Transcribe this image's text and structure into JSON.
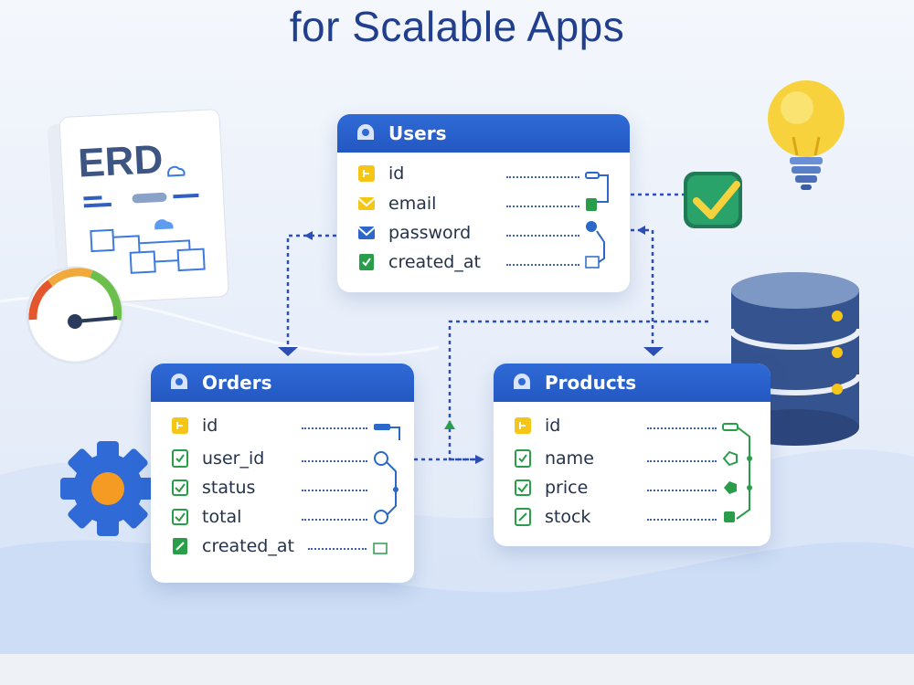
{
  "header": {
    "title": "for Scalable Apps"
  },
  "erd_doc": {
    "label": "ERD"
  },
  "tables": {
    "users": {
      "name": "Users",
      "fields": [
        {
          "name": "id",
          "icon": "key-icon"
        },
        {
          "name": "email",
          "icon": "envelope-icon"
        },
        {
          "name": "password",
          "icon": "envelope-icon"
        },
        {
          "name": "created_at",
          "icon": "document-icon"
        }
      ]
    },
    "orders": {
      "name": "Orders",
      "fields": [
        {
          "name": "id",
          "icon": "key-icon"
        },
        {
          "name": "user_id",
          "icon": "document-icon"
        },
        {
          "name": "status",
          "icon": "checkbox-icon"
        },
        {
          "name": "total",
          "icon": "checkbox-icon"
        },
        {
          "name": "created_at",
          "icon": "document-icon"
        }
      ]
    },
    "products": {
      "name": "Products",
      "fields": [
        {
          "name": "id",
          "icon": "key-icon"
        },
        {
          "name": "name",
          "icon": "document-icon"
        },
        {
          "name": "price",
          "icon": "checkbox-icon"
        },
        {
          "name": "stock",
          "icon": "document-icon"
        }
      ]
    }
  },
  "colors": {
    "title": "#213f8c",
    "header_blue": "#2f6ad6",
    "connector": "#2c4fb5",
    "key_yellow": "#f5c518",
    "field_green": "#2a9d4b",
    "field_blue": "#2b68c9"
  }
}
